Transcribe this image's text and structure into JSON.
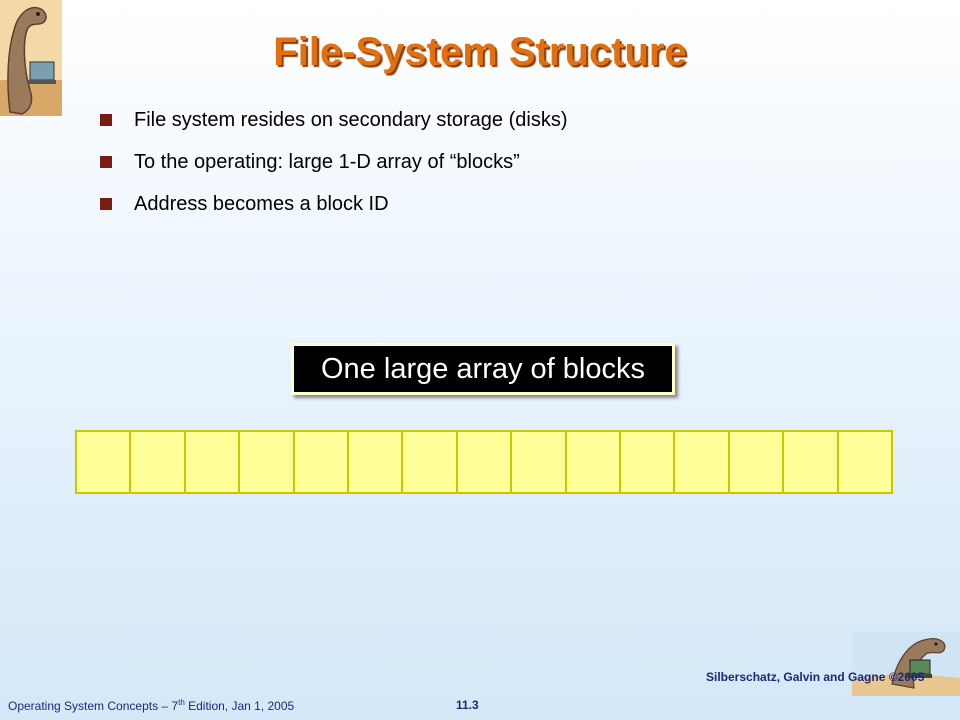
{
  "slide": {
    "title": "File-System Structure",
    "bullets": [
      "File system resides on secondary storage (disks)",
      "To the operating: large 1-D array of “blocks”",
      "Address becomes a block ID"
    ],
    "callout": "One large array of blocks",
    "block_count": 15
  },
  "footer": {
    "left_prefix": "Operating System Concepts – 7",
    "left_sup": "th",
    "left_suffix": " Edition, Jan 1, 2005",
    "page": "11.3",
    "right": "Silberschatz, Galvin and Gagne ©2005"
  },
  "colors": {
    "title": "#e07010",
    "bullet": "#7a1c12",
    "block_fill": "#ffff99",
    "block_border": "#c8c800",
    "footer": "#1a2a7a"
  },
  "icons": [
    "dinosaur-logo-icon",
    "dinosaur-laptop-icon"
  ]
}
